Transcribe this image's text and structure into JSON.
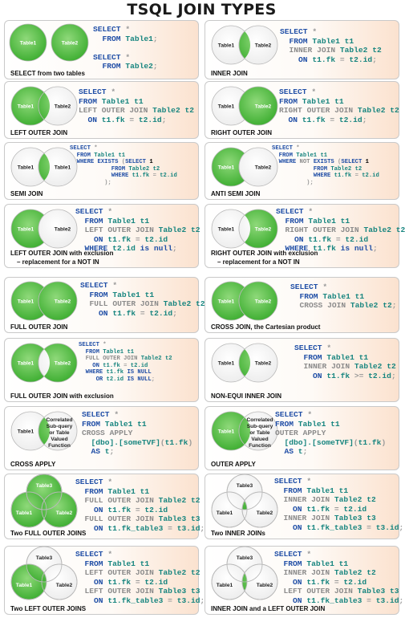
{
  "title": "TSQL JOIN TYPES",
  "colors": {
    "green": "#3aac2e",
    "green_light": "#8fd97a",
    "circle_white": "#ffffff",
    "keyword_blue": "#1f4ea6",
    "keyword_gray": "#8b8b8b",
    "identifier_teal": "#17857f",
    "system_magenta": "#b03cc0"
  },
  "cards": [
    {
      "caption": [
        "SELECT from two tables"
      ],
      "labels": {
        "t1": "Table1",
        "t2": "Table2"
      },
      "sql": [
        "SELECT *",
        "  FROM Table1;",
        "",
        "SELECT *",
        "  FROM Table2;"
      ]
    },
    {
      "caption": [
        "INNER JOIN"
      ],
      "labels": {
        "t1": "Table1",
        "t2": "Table2"
      },
      "sql": [
        "SELECT *",
        "  FROM Table1 t1",
        "  INNER JOIN Table2 t2",
        "    ON t1.fk = t2.id;"
      ]
    },
    {
      "caption": [
        "LEFT OUTER JOIN"
      ],
      "labels": {
        "t1": "Table1",
        "t2": "Table2"
      },
      "sql": [
        "SELECT *",
        "FROM Table1 t1",
        "LEFT OUTER JOIN Table2 t2",
        "  ON t1.fk = t2.id;"
      ]
    },
    {
      "caption": [
        "RIGHT OUTER JOIN"
      ],
      "labels": {
        "t1": "Table1",
        "t2": "Table2"
      },
      "sql": [
        "SELECT *",
        "FROM Table1 t1",
        "RIGHT OUTER JOIN Table2 t2",
        "  ON t1.fk = t2.id;"
      ]
    },
    {
      "caption": [
        "SEMI JOIN"
      ],
      "labels": {
        "t1": "Table1",
        "t2": "Table1"
      },
      "sql": [
        "SELECT *",
        "  FROM Table1 t1",
        "  WHERE EXISTS (SELECT 1",
        "            FROM Table2 t2",
        "            WHERE t1.fk = t2.id",
        "          );"
      ]
    },
    {
      "caption": [
        "ANTI SEMI JOIN"
      ],
      "labels": {
        "t1": "Table1",
        "t2": "Table2"
      },
      "sql": [
        "SELECT *",
        "  FROM Table1 t1",
        "  WHERE NOT EXISTS (SELECT 1",
        "            FROM Table2 t2",
        "            WHERE t1.fk = t2.id",
        "          );"
      ]
    },
    {
      "caption": [
        "LEFT OUTER JOIN with exclusion",
        "– replacement for a NOT IN"
      ],
      "labels": {
        "t1": "Table1",
        "t2": "Table2"
      },
      "sql": [
        "SELECT *",
        "  FROM Table1 t1",
        "  LEFT OUTER JOIN Table2 t2",
        "    ON t1.fk = t2.id",
        "  WHERE t2.id is null;"
      ]
    },
    {
      "caption": [
        "RIGHT OUTER JOIN with exclusion",
        "– replacement for a NOT IN"
      ],
      "labels": {
        "t1": "Table1",
        "t2": "Table2"
      },
      "sql": [
        "SELECT *",
        "  FROM Table1 t1",
        "  RIGHT OUTER JOIN Table2 t2",
        "    ON t1.fk = t2.id",
        "  WHERE t1.fk is null;"
      ]
    },
    {
      "caption": [
        "FULL OUTER JOIN"
      ],
      "labels": {
        "t1": "Table1",
        "t2": "Table2"
      },
      "sql": [
        "SELECT *",
        "  FROM Table1 t1",
        "  FULL OUTER JOIN Table2 t2",
        "    ON t1.fk = t2.id;"
      ]
    },
    {
      "caption": [
        "CROSS JOIN, the Cartesian product"
      ],
      "labels": {
        "t1": "Table1",
        "t2": "Table2"
      },
      "sql": [
        "SELECT *",
        "  FROM Table1 t1",
        "  CROSS JOIN Table2 t2;"
      ]
    },
    {
      "caption": [
        "FULL OUTER JOIN with exclusion"
      ],
      "labels": {
        "t1": "Table1",
        "t2": "Table2"
      },
      "sql": [
        "SELECT *",
        "  FROM Table1 t1",
        "  FULL OUTER JOIN Table2 t2",
        "    ON t1.fk = t2.id",
        "  WHERE t1.fk IS NULL",
        "     OR t2.id IS NULL;"
      ]
    },
    {
      "caption": [
        "NON-EQUI INNER JOIN"
      ],
      "labels": {
        "t1": "Table1",
        "t2": "Table2"
      },
      "sql": [
        "SELECT *",
        "  FROM Table1 t1",
        "  INNER JOIN Table2 t2",
        "    ON t1.fk >= t2.id;"
      ]
    },
    {
      "caption": [
        "CROSS APPLY"
      ],
      "labels": {
        "t1": "Table1",
        "t2": "Correlated|Sub-query|or Table|Valued|Function"
      },
      "sql": [
        "SELECT *",
        "FROM Table1 t1",
        "CROSS APPLY",
        "  [dbo].[someTVF](t1.fk)",
        "  AS t;"
      ]
    },
    {
      "caption": [
        "OUTER APPLY"
      ],
      "labels": {
        "t1": "Table1",
        "t2": "Correlated|Sub-query|or Table|Valued|Function"
      },
      "sql": [
        "SELECT *",
        "FROM Table1 t1",
        "OUTER APPLY",
        "  [dbo].[someTVF](t1.fk)",
        "  AS t;"
      ]
    },
    {
      "caption": [
        "Two FULL OUTER JOINS"
      ],
      "labels": {
        "t1": "Table1",
        "t2": "Table2",
        "t3": "Table3"
      },
      "sql": [
        "SELECT *",
        "  FROM Table1 t1",
        "  FULL OUTER JOIN Table2 t2",
        "    ON t1.fk = t2.id",
        "  FULL OUTER JOIN Table3 t3",
        "    ON t1.fk_table3 = t3.id;"
      ]
    },
    {
      "caption": [
        "Two INNER JOINs"
      ],
      "labels": {
        "t1": "Table1",
        "t2": "Table2",
        "t3": "Table3"
      },
      "sql": [
        "SELECT *",
        "  FROM Table1 t1",
        "  INNER JOIN Table2 t2",
        "    ON t1.fk = t2.id",
        "  INNER JOIN Table3 t3",
        "    ON t1.fk_table3 = t3.id;"
      ]
    },
    {
      "caption": [
        "Two LEFT OUTER JOINS"
      ],
      "labels": {
        "t1": "Table1",
        "t2": "Table2",
        "t3": "Table3"
      },
      "sql": [
        "SELECT *",
        "  FROM Table1 t1",
        "  LEFT OUTER JOIN Table2 t2",
        "    ON t1.fk = t2.id",
        "  LEFT OUTER JOIN Table3 t3",
        "    ON t1.fk_table3 = t3.id;"
      ]
    },
    {
      "caption": [
        "INNER JOIN and a LEFT OUTER JOIN"
      ],
      "labels": {
        "t1": "Table1",
        "t2": "Table2",
        "t3": "Table3"
      },
      "sql": [
        "SELECT *",
        "  FROM Table1 t1",
        "  INNER JOIN Table2 t2",
        "    ON t1.fk = t2.id",
        "  LEFT OUTER JOIN Table3 t3",
        "    ON t1.fk_table3 = t3.id;"
      ]
    }
  ]
}
